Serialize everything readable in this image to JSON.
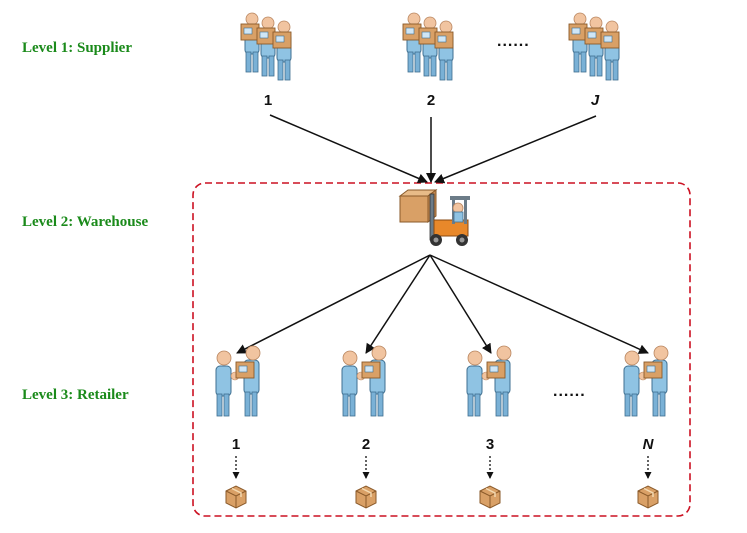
{
  "levels": {
    "supplier": "Level 1: Supplier",
    "warehouse": "Level 2: Warehouse",
    "retailer": "Level 3: Retailer"
  },
  "suppliers": [
    {
      "label": "1",
      "icon": "supplier-group-icon"
    },
    {
      "label": "2",
      "icon": "supplier-group-icon"
    },
    {
      "label": "J",
      "icon": "supplier-group-icon"
    }
  ],
  "retailers": [
    {
      "label": "1",
      "icon": "retailer-icon"
    },
    {
      "label": "2",
      "icon": "retailer-icon"
    },
    {
      "label": "3",
      "icon": "retailer-icon"
    },
    {
      "label": "N",
      "icon": "retailer-icon"
    }
  ],
  "ellipsis": "......",
  "warehouse_icon": "forklift-icon",
  "colors": {
    "level_label": "#1a8a1a",
    "boundary": "#cc1122",
    "person_body": "#8fc3e3",
    "box": "#d9a066"
  }
}
